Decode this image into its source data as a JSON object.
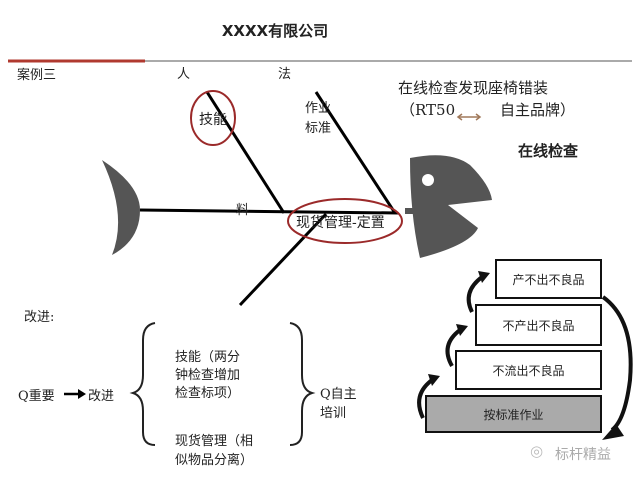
{
  "header": {
    "title": "XXXX有限公司",
    "accent_color": "#b0392f"
  },
  "case_label": "案例三",
  "fishbone": {
    "categories": {
      "people": "人",
      "method": "法",
      "material": "料"
    },
    "causes": {
      "skill": "技能",
      "standard_line1": "作业",
      "standard_line2": "标准",
      "material_mgmt": "现货管理-定置"
    },
    "problem_line1": "在线检查发现座椅错装",
    "problem_line2_left": "（RT50",
    "problem_line2_right": "自主品牌）",
    "head_label": "在线检查"
  },
  "improvement": {
    "heading": "改进:",
    "source": "Q重要",
    "target": "改进",
    "item1_lines": [
      "技能（两分",
      "钟检查增加",
      "检查标项）"
    ],
    "item2_lines": [
      "现货管理（相",
      "似物品分离）"
    ],
    "result_lines": [
      "Q自主",
      "培训"
    ]
  },
  "staircase": {
    "steps": [
      "产不出不良品",
      "不产出不良品",
      "不流出不良品",
      "按标准作业"
    ]
  },
  "watermark": "标杆精益"
}
